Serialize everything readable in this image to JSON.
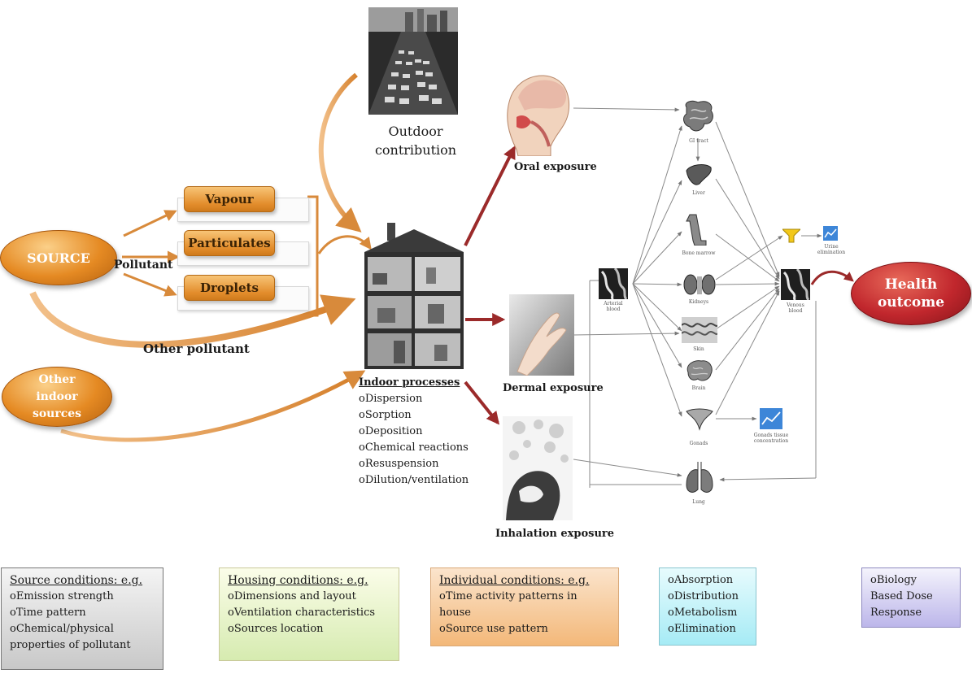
{
  "source": {
    "label": "SOURCE"
  },
  "pollutant_label": "Pollutant",
  "pollutant_forms": [
    "Vapour",
    "Particulates",
    "Droplets"
  ],
  "other_pollutant_label": "Other pollutant",
  "other_sources": {
    "label": "Other indoor sources",
    "lines": [
      "Other",
      "indoor",
      "sources"
    ]
  },
  "outdoor": {
    "lines": [
      "Outdoor",
      "contribution"
    ]
  },
  "indoor_processes": {
    "title": "Indoor processes",
    "items": [
      "Dispersion",
      "Sorption",
      "Deposition",
      "Chemical reactions",
      "Resuspension",
      "Dilution/ventilation"
    ]
  },
  "exposures": {
    "oral": "Oral exposure",
    "dermal": "Dermal exposure",
    "inhalation": "Inhalation exposure"
  },
  "pbpk": {
    "arterial": [
      "Arterial",
      "blood"
    ],
    "venous": [
      "Venous",
      "blood"
    ],
    "organs": [
      "GI tract",
      "Liver",
      "Bone marrow",
      "Kidneys",
      "Skin",
      "Brain",
      "Gonads",
      "Lung"
    ],
    "urine_box": [
      "Urine",
      "elimination"
    ],
    "gonads_box": [
      "Gonads tissue",
      "concentration"
    ]
  },
  "health_outcome": {
    "lines": [
      "Health",
      "outcome"
    ]
  },
  "conditions": [
    {
      "title": "Source conditions: e.g.",
      "items": [
        "Emission strength",
        "Time pattern",
        "Chemical/physical properties of pollutant"
      ]
    },
    {
      "title": "Housing conditions: e.g.",
      "items": [
        "Dimensions and layout",
        "Ventilation characteristics",
        "Sources location"
      ]
    },
    {
      "title": "Individual conditions: e.g.",
      "items": [
        "Time activity patterns in house",
        "Source use pattern"
      ]
    },
    {
      "title": "",
      "items": [
        "Absorption",
        "Distribution",
        "Metabolism",
        "Elimination"
      ]
    },
    {
      "title": "",
      "items": [
        "Biology Based Dose Response"
      ]
    }
  ],
  "bullet": "o",
  "colors": {
    "orange": "#e58a23",
    "red_arrow": "#9b2a2a",
    "health": "#c1272d",
    "source_box": "#cfcfcf",
    "housing_box": "#e6f1c6",
    "individual_box": "#f6c99b",
    "adme_box": "#bff0f7",
    "bbdr_box": "#c9c4ee"
  }
}
